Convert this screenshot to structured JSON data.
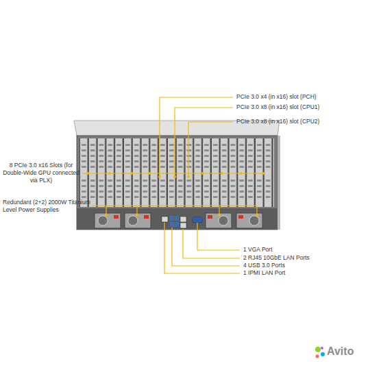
{
  "diagram": {
    "labels": [
      "PCIe 3.0 x4 (in x16) slot (PCH)",
      "PCIe 3.0 x8 (in x16) slot (CPU1)",
      "PCIe 3.0 x8 (in x16) slot (CPU2)",
      "8 PCIe 3.0 x16 Slots (for Double-Wide GPU connected via PLX)",
      "Redundant (2+2) 2000W Titanium Level Power Supplies",
      "1 VGA Port",
      "2 RJ45 10GbE LAN Ports",
      "4 USB 3.0 Ports",
      "1 IPMI LAN Port",
      "Avito"
    ]
  }
}
